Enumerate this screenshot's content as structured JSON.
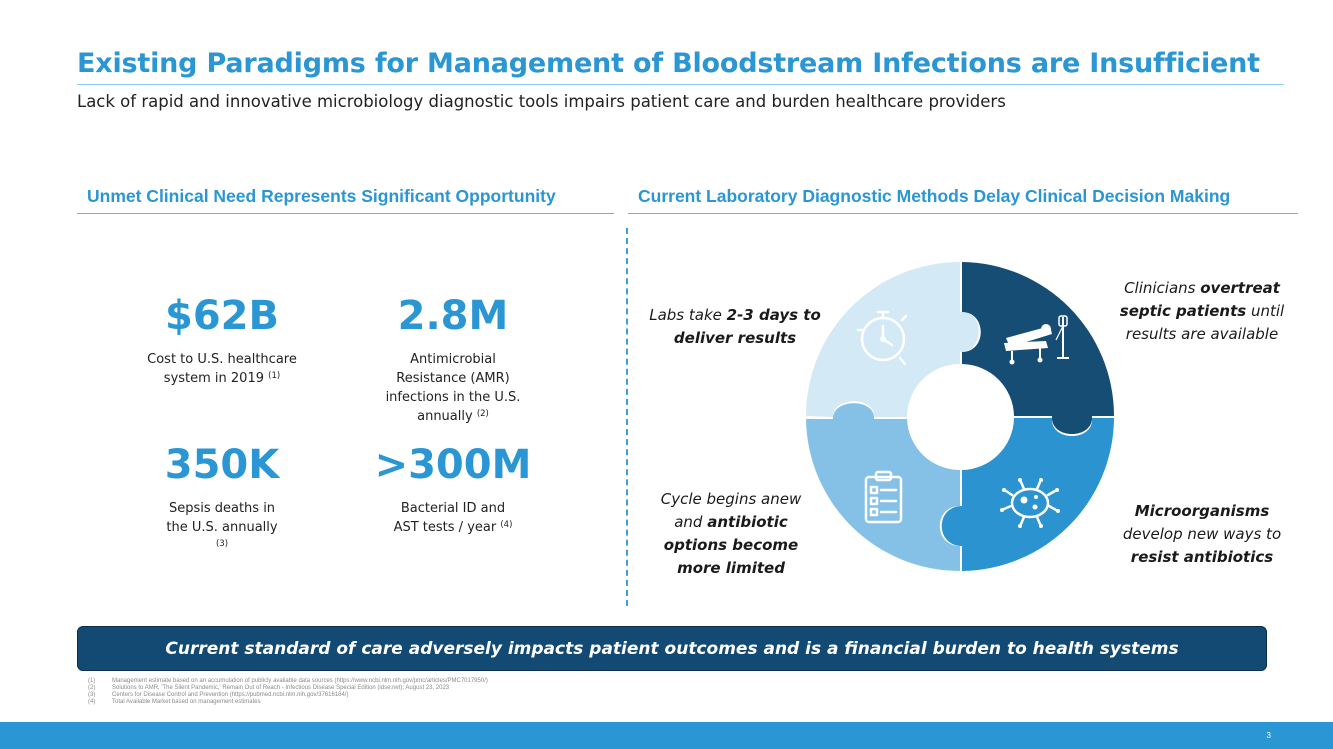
{
  "title": "Existing Paradigms for Management of Bloodstream Infections are Insufficient",
  "subtitle": "Lack of rapid and innovative microbiology diagnostic tools impairs patient care and burden healthcare providers",
  "left_header": "Unmet Clinical Need Represents Significant Opportunity",
  "right_header": "Current Laboratory Diagnostic Methods Delay Clinical Decision Making",
  "stats": [
    {
      "value": "$62B",
      "desc": "Cost to U.S. healthcare system in 2019",
      "ref": "(1)"
    },
    {
      "value": "2.8M",
      "desc": "Antimicrobial Resistance (AMR) infections in the U.S. annually",
      "ref": "(2)"
    },
    {
      "value": "350K",
      "desc": "Sepsis deaths in the U.S. annually",
      "ref": "(3)"
    },
    {
      "value": ">300M",
      "desc": "Bacterial ID and AST tests / year",
      "ref": "(4)"
    }
  ],
  "cycle": {
    "labs": {
      "pre": "Labs take ",
      "bold": "2-3 days to deliver results"
    },
    "clinicians": {
      "pre": "Clinicians ",
      "bold": "overtreat septic patients",
      "post": " until results are available"
    },
    "microorganisms": {
      "bold1": "Microorganisms",
      "mid": " develop new ways to ",
      "bold2": "resist antibiotics"
    },
    "cycle_anew": {
      "pre": "Cycle begins anew and ",
      "bold": "antibiotic options become more limited"
    }
  },
  "icons": [
    "stopwatch-icon",
    "hospital-bed-icon",
    "microbe-icon",
    "clipboard-checklist-icon"
  ],
  "colors": {
    "accent": "#2a96d3",
    "dark_navy": "#124a73",
    "quad_light": "#d3e9f6",
    "quad_navy": "#164d74",
    "quad_blue": "#2b93cf",
    "quad_mid": "#85c1e7"
  },
  "banner": "Current standard of care adversely impacts patient outcomes and is a financial burden to health systems",
  "footnotes": [
    {
      "num": "(1)",
      "text": "Management estimate based on an accumulation of publicly available data sources (https://www.ncbi.nlm.nih.gov/pmc/articles/PMC7017950/)"
    },
    {
      "num": "(2)",
      "text": "Solutions to AMR, 'The Silent Pandemic,' Remain Out of Reach - Infectious Disease Special Edition (idse.net); August 23, 2023"
    },
    {
      "num": "(3)",
      "text": "Centers for Disease Control and Prevention (https://pubmed.ncbi.nlm.nih.gov/37616184/)"
    },
    {
      "num": "(4)",
      "text": "Total Available Market based on management estimates"
    }
  ],
  "page_number": "3"
}
